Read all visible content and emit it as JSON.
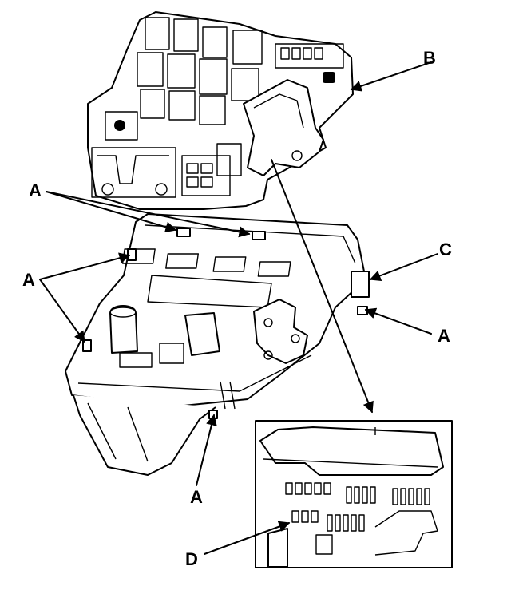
{
  "callouts": {
    "a_top": "A",
    "a_left": "A",
    "a_right": "A",
    "a_bottom": "A",
    "b": "B",
    "c": "C",
    "d": "D"
  },
  "colors": {
    "ink": "#000000",
    "paper": "#ffffff"
  }
}
